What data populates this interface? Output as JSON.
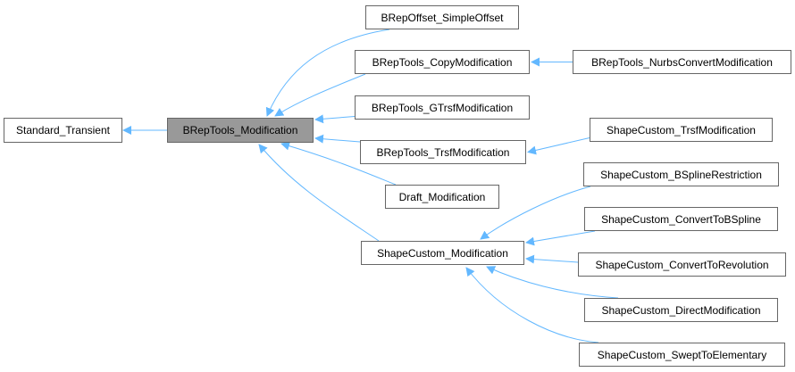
{
  "diagram": {
    "type": "inheritance-graph",
    "edge_color": "#63b8ff",
    "focus_node_fill": "#999999",
    "node_border": "#666666",
    "nodes": [
      {
        "id": "standard_transient",
        "label": "Standard_Transient",
        "focus": false
      },
      {
        "id": "breptools_modification",
        "label": "BRepTools_Modification",
        "focus": true
      },
      {
        "id": "brepoffset_simpleoffset",
        "label": "BRepOffset_SimpleOffset",
        "focus": false
      },
      {
        "id": "breptools_copymodification",
        "label": "BRepTools_CopyModification",
        "focus": false
      },
      {
        "id": "breptools_gtrsfmodification",
        "label": "BRepTools_GTrsfModification",
        "focus": false
      },
      {
        "id": "breptools_trsfmodification",
        "label": "BRepTools_TrsfModification",
        "focus": false
      },
      {
        "id": "draft_modification",
        "label": "Draft_Modification",
        "focus": false
      },
      {
        "id": "shapecustom_modification",
        "label": "ShapeCustom_Modification",
        "focus": false
      },
      {
        "id": "breptools_nurbsconvertmodification",
        "label": "BRepTools_NurbsConvertModification",
        "focus": false
      },
      {
        "id": "shapecustom_trsfmodification",
        "label": "ShapeCustom_TrsfModification",
        "focus": false
      },
      {
        "id": "shapecustom_bsplinerestriction",
        "label": "ShapeCustom_BSplineRestriction",
        "focus": false
      },
      {
        "id": "shapecustom_converttobspline",
        "label": "ShapeCustom_ConvertToBSpline",
        "focus": false
      },
      {
        "id": "shapecustom_converttorevolution",
        "label": "ShapeCustom_ConvertToRevolution",
        "focus": false
      },
      {
        "id": "shapecustom_directmodification",
        "label": "ShapeCustom_DirectModification",
        "focus": false
      },
      {
        "id": "shapecustom_swepttoelementary",
        "label": "ShapeCustom_SweptToElementary",
        "focus": false
      }
    ],
    "edges": [
      {
        "from": "breptools_modification",
        "to": "standard_transient"
      },
      {
        "from": "brepoffset_simpleoffset",
        "to": "breptools_modification"
      },
      {
        "from": "breptools_copymodification",
        "to": "breptools_modification"
      },
      {
        "from": "breptools_gtrsfmodification",
        "to": "breptools_modification"
      },
      {
        "from": "breptools_trsfmodification",
        "to": "breptools_modification"
      },
      {
        "from": "draft_modification",
        "to": "breptools_modification"
      },
      {
        "from": "shapecustom_modification",
        "to": "breptools_modification"
      },
      {
        "from": "breptools_nurbsconvertmodification",
        "to": "breptools_copymodification"
      },
      {
        "from": "shapecustom_trsfmodification",
        "to": "breptools_trsfmodification"
      },
      {
        "from": "shapecustom_bsplinerestriction",
        "to": "shapecustom_modification"
      },
      {
        "from": "shapecustom_converttobspline",
        "to": "shapecustom_modification"
      },
      {
        "from": "shapecustom_converttorevolution",
        "to": "shapecustom_modification"
      },
      {
        "from": "shapecustom_directmodification",
        "to": "shapecustom_modification"
      },
      {
        "from": "shapecustom_swepttoelementary",
        "to": "shapecustom_modification"
      }
    ]
  }
}
